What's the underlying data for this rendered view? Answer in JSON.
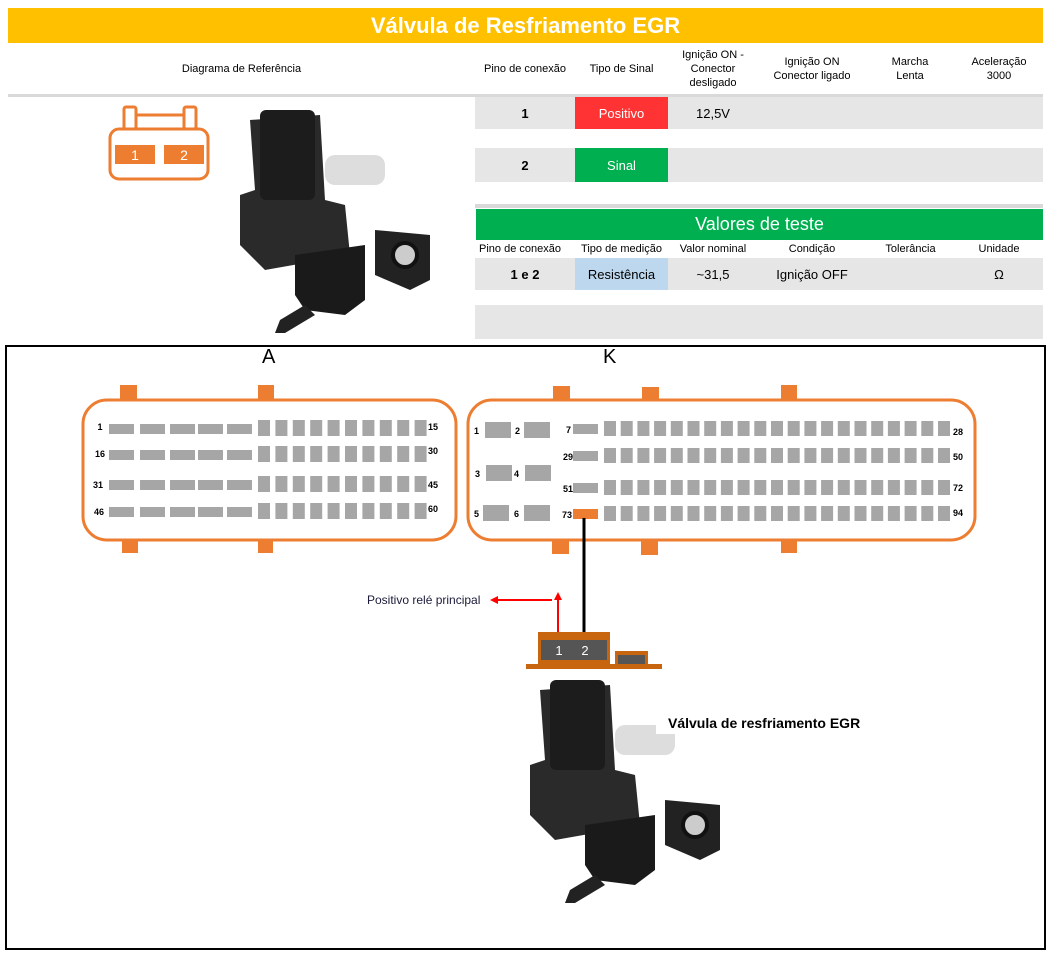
{
  "title": "Válvula de Resfriamento EGR",
  "header": {
    "diagram": "Diagrama de Referência",
    "pin": "Pino de conexão",
    "signal_type": "Tipo de Sinal",
    "ign_off": "Ignição ON - Conector desligado",
    "ign_on": "Ignição ON Conector ligado",
    "idle": "Marcha Lenta",
    "accel": "Aceleração 3000"
  },
  "pins": [
    {
      "pin": "1",
      "type": "Positivo",
      "ign_off": "12,5V",
      "color": "#FF3333"
    },
    {
      "pin": "2",
      "type": "Sinal",
      "ign_off": "",
      "color": "#00B050"
    }
  ],
  "test": {
    "title": "Valores de teste",
    "headers": [
      "Pino de conexão",
      "Tipo de medição",
      "Valor nominal",
      "Condição",
      "Tolerância",
      "Unidade"
    ],
    "row": [
      "1 e 2",
      "Resistência",
      "~31,5",
      "Ignição OFF",
      "",
      "Ω"
    ]
  },
  "ref_connector": {
    "pin1": "1",
    "pin2": "2"
  },
  "ecu": {
    "a_label": "A",
    "k_label": "K",
    "a_pin_labels": {
      "left": [
        "1",
        "16",
        "31",
        "46"
      ],
      "right": [
        "15",
        "30",
        "45",
        "60"
      ]
    },
    "k_pin_labels": {
      "big": [
        "1",
        "2",
        "3",
        "4",
        "5",
        "6"
      ],
      "left": [
        "7",
        "29",
        "51",
        "73"
      ],
      "right": [
        "28",
        "50",
        "72",
        "94"
      ]
    },
    "highlight_pin": "73",
    "accent": "#ED7D31"
  },
  "component": {
    "pin1": "1",
    "pin2": "2",
    "label": "Válvula de resfriamento EGR",
    "wire_note": "Positivo relé principal"
  }
}
